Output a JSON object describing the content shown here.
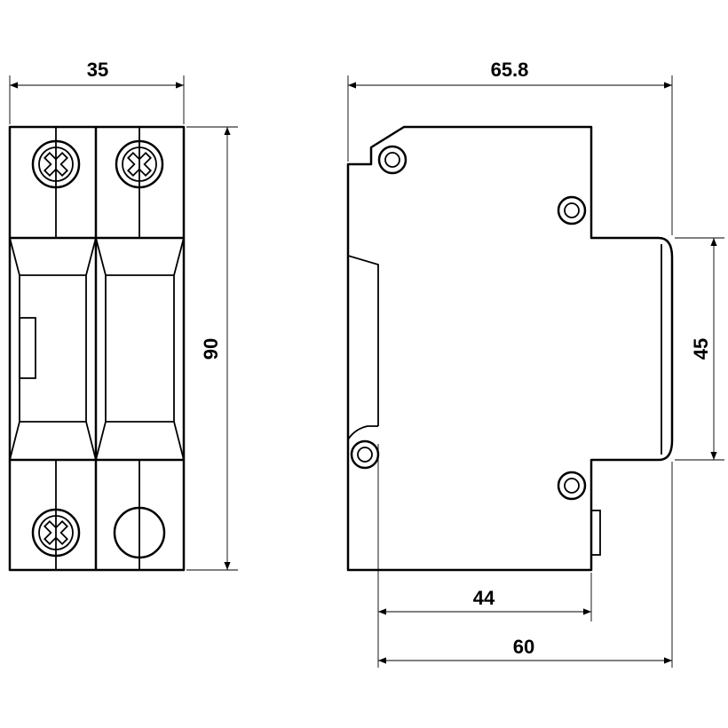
{
  "dimensions": {
    "front_width": "35",
    "front_height": "90",
    "side_width": "65.8",
    "side_body_height": "45",
    "side_depth_inner": "44",
    "side_depth_total": "60"
  },
  "colors": {
    "stroke": "#000000",
    "background": "#ffffff"
  }
}
